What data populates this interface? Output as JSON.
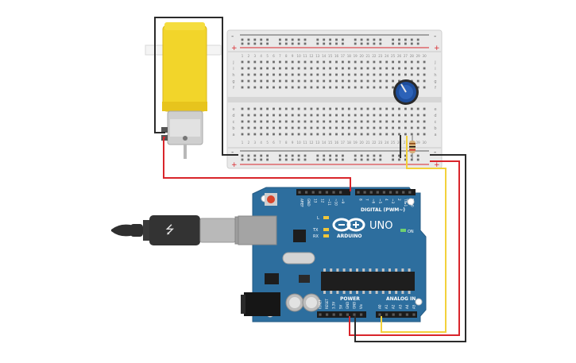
{
  "board": {
    "brand": "ARDUINO",
    "model": "UNO",
    "digital_label": "DIGITAL (PWM~)",
    "power_label": "POWER",
    "analog_label": "ANALOG IN",
    "on_label": "ON",
    "led_l": "L",
    "led_tx": "TX",
    "led_rx": "RX",
    "digital_pins": [
      "AREF",
      "GND",
      "13",
      "12",
      "~11",
      "~10",
      "~9",
      "8",
      "7",
      "~6",
      "~5",
      "4",
      "~3",
      "2",
      "TX▸1",
      "RX◂0"
    ],
    "power_pins": [
      "IOREF",
      "RESET",
      "3.3V",
      "5V",
      "GND",
      "GND",
      "Vin"
    ],
    "analog_pins": [
      "A0",
      "A1",
      "A2",
      "A3",
      "A4",
      "A5"
    ]
  },
  "breadboard": {
    "row_letters_top": [
      "j",
      "i",
      "h",
      "g",
      "f"
    ],
    "row_letters_bottom": [
      "e",
      "d",
      "c",
      "b",
      "a"
    ],
    "columns": [
      "1",
      "2",
      "3",
      "4",
      "5",
      "6",
      "7",
      "8",
      "9",
      "10",
      "11",
      "12",
      "13",
      "14",
      "15",
      "16",
      "17",
      "18",
      "19",
      "20",
      "21",
      "22",
      "23",
      "24",
      "25",
      "26",
      "27",
      "28",
      "29",
      "30"
    ],
    "rail_minus": "-",
    "rail_plus": "+"
  },
  "components": {
    "motor": "dc-gear-motor",
    "potentiometer": "potentiometer",
    "resistor": "resistor",
    "usb": "usb-b-cable"
  },
  "colors": {
    "board": "#2d6e9e",
    "motor_yellow": "#f2d52a",
    "wire_red": "#d9252b",
    "wire_yellow": "#f3d13b",
    "wire_black": "#2b2b2b",
    "pot_blue": "#1e4e9c"
  }
}
